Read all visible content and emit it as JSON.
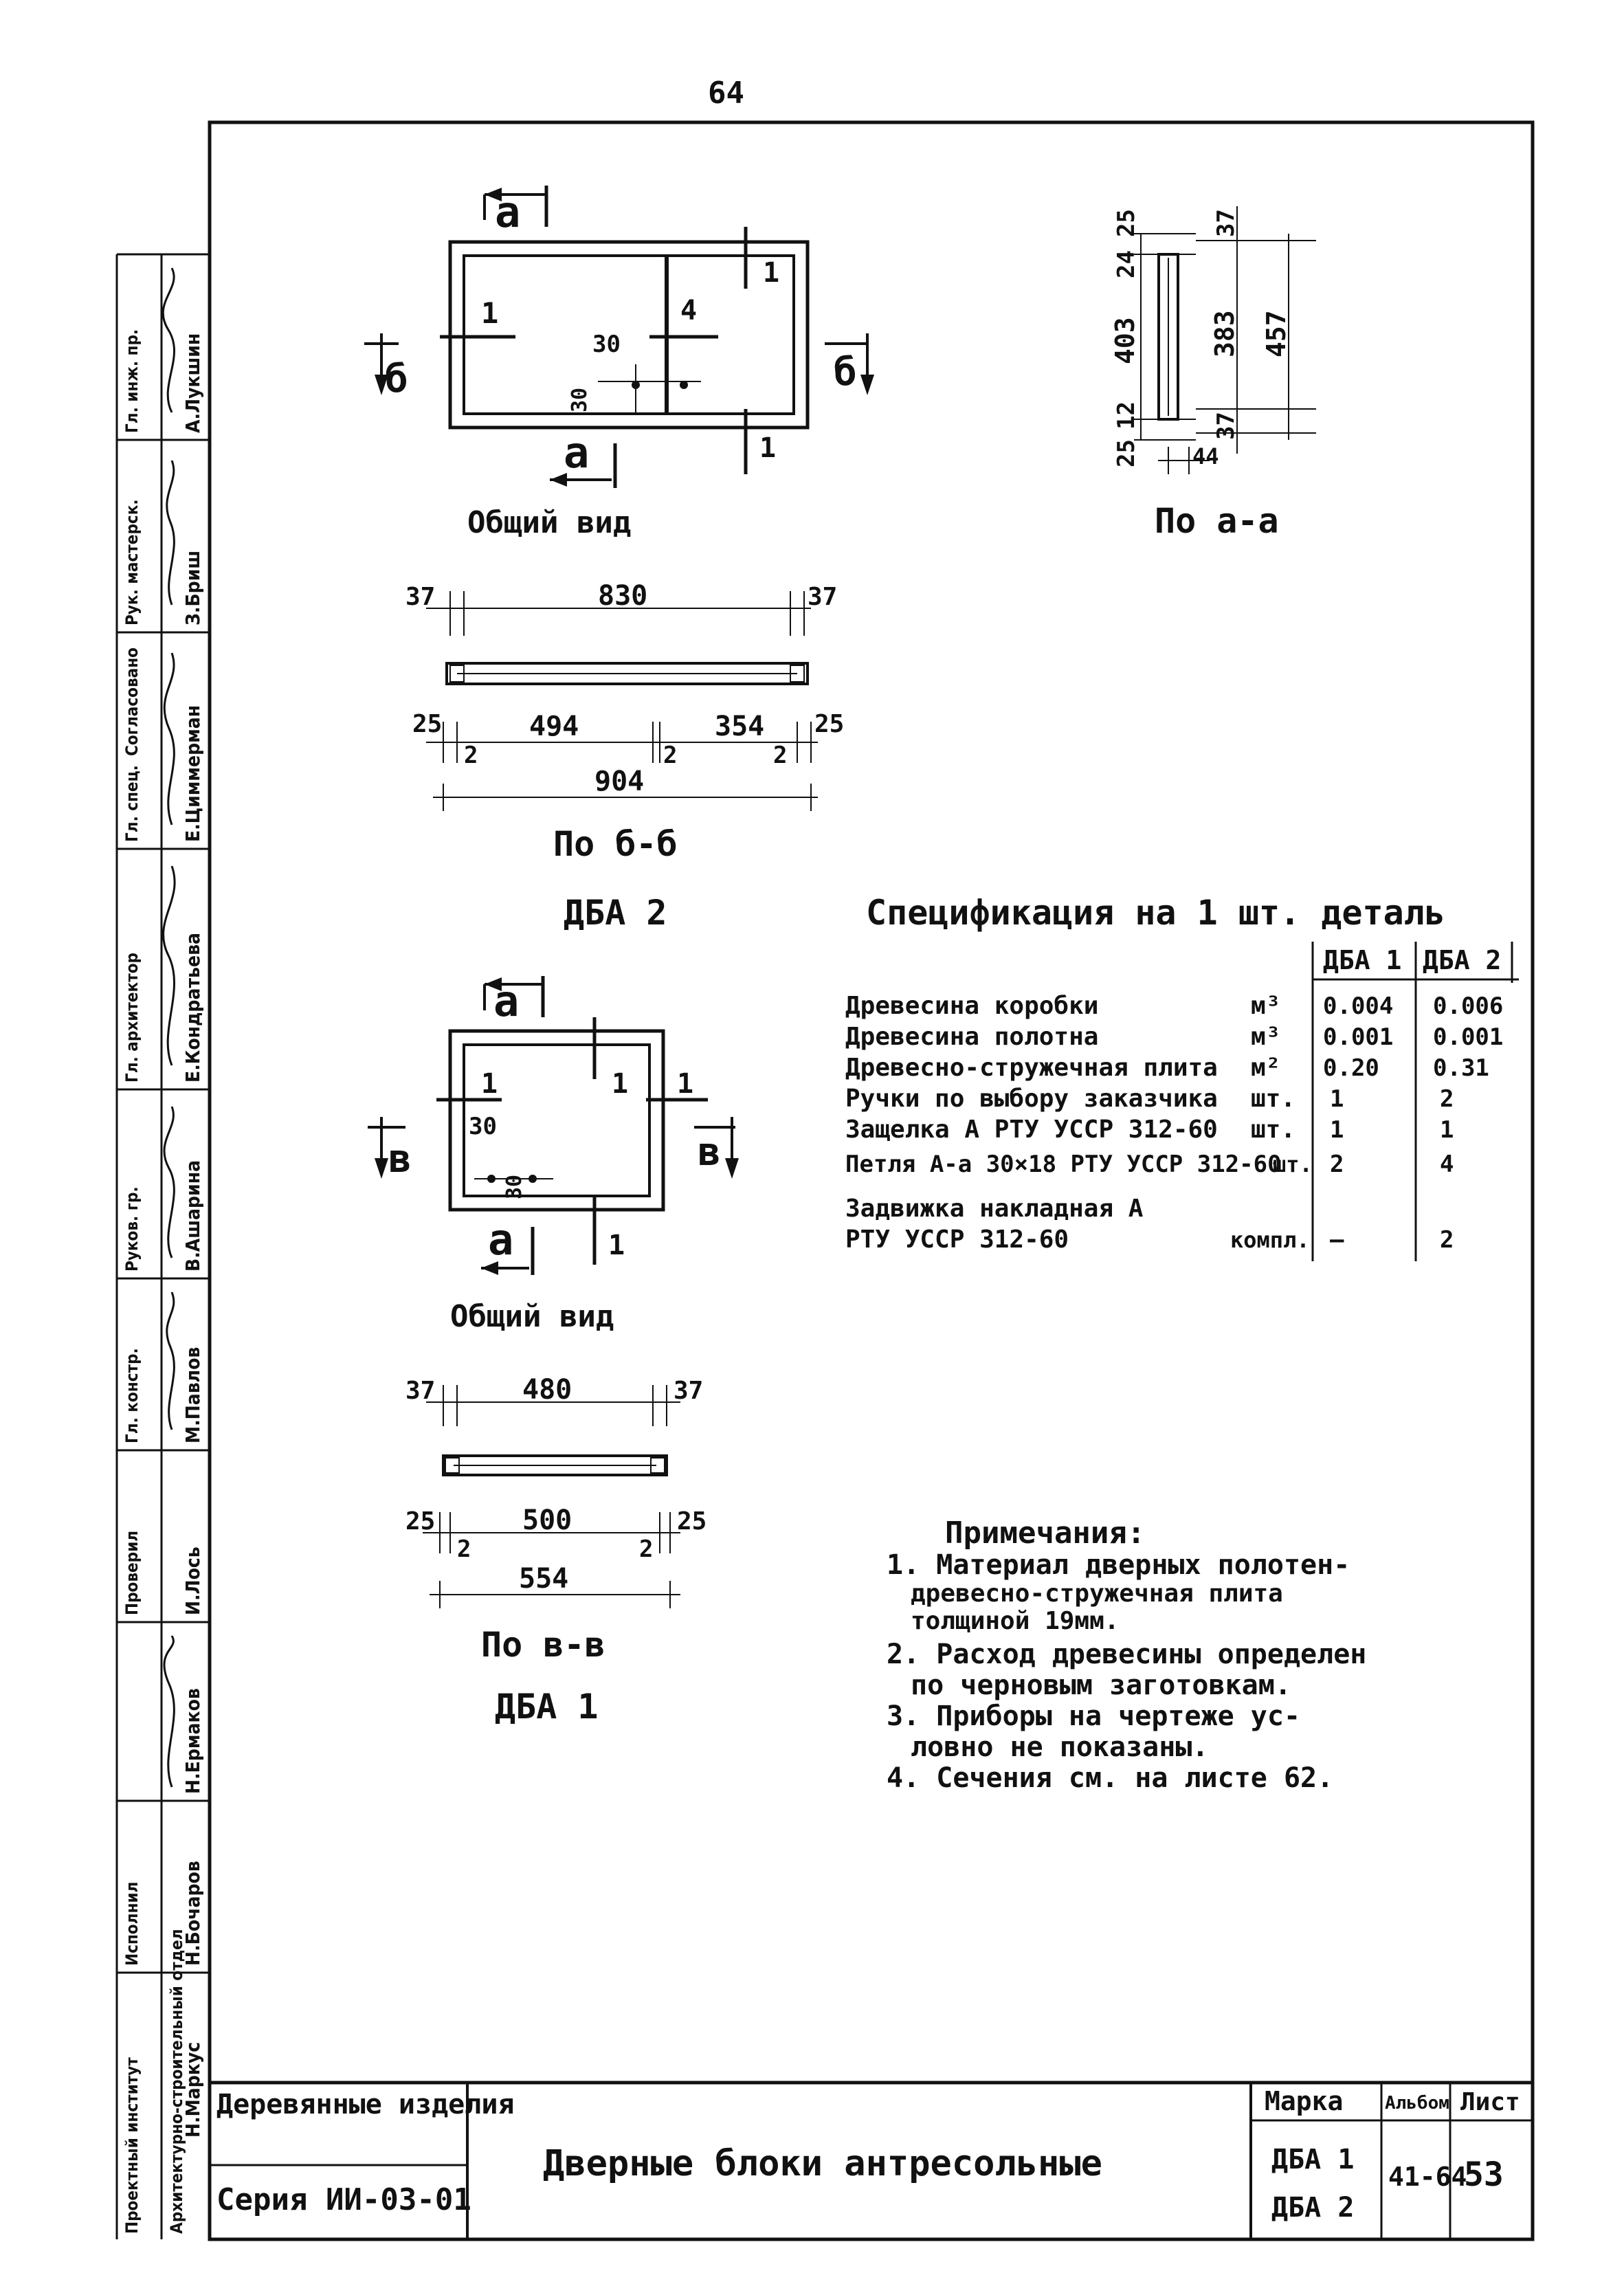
{
  "page_number": "64",
  "drawing_top": {
    "section_marks": {
      "a": "a",
      "b": "б",
      "one": "1",
      "four": "4"
    },
    "dims_plan": {
      "d30h": "30",
      "d30v": "30"
    },
    "view_label": "Общий вид",
    "section_aa": {
      "label": "По a-a",
      "d25t": "25",
      "d24": "24",
      "d403": "403",
      "d12": "12",
      "d25b": "25",
      "d37t": "37",
      "d383": "383",
      "d457": "457",
      "d37b": "37",
      "d44": "44"
    },
    "section_bb": {
      "label": "По б-б",
      "d37l": "37",
      "d830": "830",
      "d37r": "37",
      "d25l": "25",
      "d2a": "2",
      "d494": "494",
      "d2b": "2",
      "d354": "354",
      "d2c": "2",
      "d25r": "25",
      "d904": "904"
    },
    "caption": "ДБА 2"
  },
  "drawing_bottom": {
    "section_marks": {
      "a": "a",
      "v": "в",
      "one": "1"
    },
    "dims_plan": {
      "d30h": "30",
      "d30v": "30"
    },
    "view_label": "Общий вид",
    "section_vv": {
      "label": "По в-в",
      "d37l": "37",
      "d480": "480",
      "d37r": "37",
      "d25l": "25",
      "d2a": "2",
      "d500": "500",
      "d2b": "2",
      "d25r": "25",
      "d554": "554"
    },
    "caption": "ДБА 1"
  },
  "spec": {
    "title": "Спецификация на 1 шт. деталь",
    "col1": "ДБА 1",
    "col2": "ДБА 2",
    "rows": [
      {
        "name": "Древесина коробки",
        "unit": "м³",
        "v1": "0.004",
        "v2": "0.006"
      },
      {
        "name": "Древесина полотна",
        "unit": "м³",
        "v1": "0.001",
        "v2": "0.001"
      },
      {
        "name": "Древесно-стружечная плита",
        "unit": "м²",
        "v1": "0.20",
        "v2": "0.31"
      },
      {
        "name": "Ручки по выбору заказчика",
        "unit": "шт.",
        "v1": "1",
        "v2": "2"
      },
      {
        "name": "Защелка А РТУ УССР 312-60",
        "unit": "шт.",
        "v1": "1",
        "v2": "1"
      },
      {
        "name": "Петля А-а 30×18 РТУ УССР 312-60",
        "unit": "шт.",
        "v1": "2",
        "v2": "4"
      },
      {
        "name": "Задвижка накладная А",
        "unit": "",
        "v1": "",
        "v2": ""
      },
      {
        "name": "РТУ УССР 312-60",
        "unit": "компл.",
        "v1": "—",
        "v2": "2"
      }
    ]
  },
  "notes": {
    "title": "Примечания:",
    "lines": [
      "1. Материал дверных полотен-",
      "древесно-стружечная плита",
      "толщиной 19мм.",
      "2. Расход древесины определен",
      "по черновым заготовкам.",
      "3. Приборы на чертеже ус-",
      "ловно не показаны.",
      "4. Сечения см. на листе 62."
    ]
  },
  "side_stamp": {
    "cells": [
      "Гл. инж. пр.",
      "А.Лукшин",
      "Рук. мастерск.",
      "З.Бриш",
      "Согласовано",
      "Гл. спец.",
      "Е.Циммерман",
      "Гл. архитектор",
      "Е.Кондратьева",
      "Руков. гр.",
      "В.Ашарина",
      "Гл. констр.",
      "М.Павлов",
      "Проверил",
      "И.Лось",
      "Н.Ермаков",
      "Исполнил",
      "Н.Бочаров",
      "Н.Маркус",
      "Архитектурно-строительный отдел",
      "Проектный институт"
    ]
  },
  "title_block": {
    "category": "Деревянные изделия",
    "series": "Серия ИИ-03-01",
    "title": "Дверные блоки антресольные",
    "mark_label": "Марка",
    "mark1": "ДБА 1",
    "mark2": "ДБА 2",
    "album_label": "Альбом",
    "album": "41-64",
    "sheet_label": "Лист",
    "sheet": "53"
  }
}
